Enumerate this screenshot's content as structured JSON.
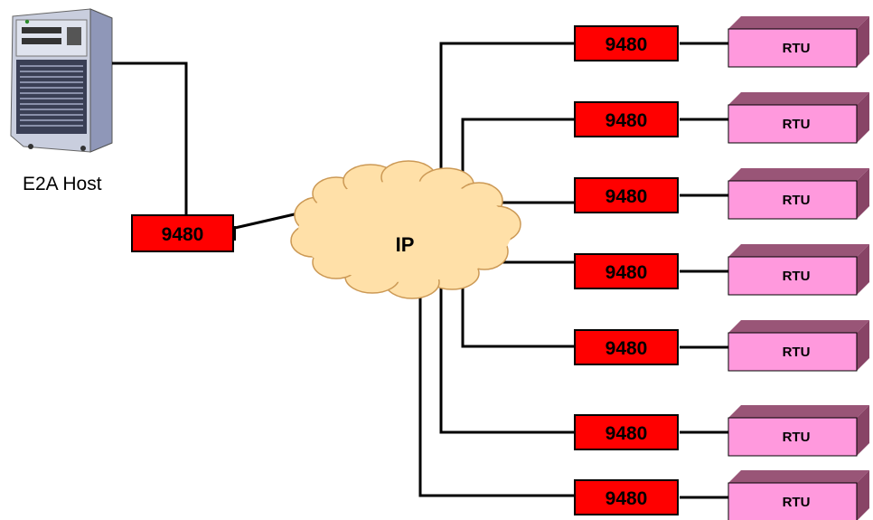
{
  "host": {
    "label": "E2A Host",
    "icon": "server-tower-icon"
  },
  "host_modem": {
    "label": "9480"
  },
  "network": {
    "label": "IP",
    "icon": "cloud-icon"
  },
  "branches": [
    {
      "modem": "9480",
      "rtu": "RTU"
    },
    {
      "modem": "9480",
      "rtu": "RTU"
    },
    {
      "modem": "9480",
      "rtu": "RTU"
    },
    {
      "modem": "9480",
      "rtu": "RTU"
    },
    {
      "modem": "9480",
      "rtu": "RTU"
    },
    {
      "modem": "9480",
      "rtu": "RTU"
    },
    {
      "modem": "9480",
      "rtu": "RTU"
    }
  ],
  "colors": {
    "modem_fill": "#ff0000",
    "rtu_front": "#ff99dd",
    "rtu_top": "#995577",
    "cloud_fill": "#ffe0a8",
    "cloud_stroke": "#cc9955"
  }
}
